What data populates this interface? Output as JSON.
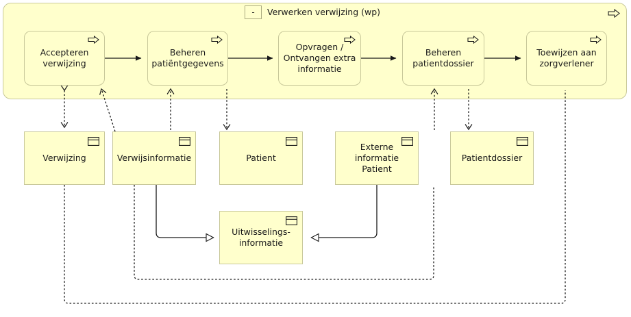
{
  "diagram": {
    "title": "Verwerken verwijzing (wp)",
    "toggle_label": "-",
    "colors": {
      "fill": "#ffffcc",
      "border": "#c8c89a",
      "line": "#1a1a1a",
      "background": "#ffffff"
    },
    "icons": {
      "group": "process-arrow-icon",
      "process": "process-arrow-icon",
      "data": "data-object-icon",
      "toggle": "collapse-minus-icon"
    }
  },
  "processes": [
    {
      "id": "accepteren-verwijzing",
      "label": "Accepteren\nverwijzing",
      "line1": "Accepteren",
      "line2": "verwijzing",
      "line3": ""
    },
    {
      "id": "beheren-patientgegevens",
      "label": "Beheren\npatiëntgegevens",
      "line1": "Beheren",
      "line2": "patiëntgegevens",
      "line3": ""
    },
    {
      "id": "opvragen-ontvangen",
      "label": "Opvragen /\nOntvangen extra\ninformatie",
      "line1": "Opvragen /",
      "line2": "Ontvangen extra",
      "line3": "informatie"
    },
    {
      "id": "beheren-patientdossier",
      "label": "Beheren\npatientdossier",
      "line1": "Beheren",
      "line2": "patientdossier",
      "line3": ""
    },
    {
      "id": "toewijzen-zorgverlener",
      "label": "Toewijzen aan\nzorgverlener",
      "line1": "Toewijzen aan",
      "line2": "zorgverlener",
      "line3": ""
    }
  ],
  "data_objects": [
    {
      "id": "verwijzing",
      "label": "Verwijzing",
      "line1": "Verwijzing",
      "line2": ""
    },
    {
      "id": "verwijsinformatie",
      "label": "Verwijsinformatie",
      "line1": "Verwijsinformatie",
      "line2": ""
    },
    {
      "id": "patient",
      "label": "Patient",
      "line1": "Patient",
      "line2": ""
    },
    {
      "id": "externe-info-patient",
      "label": "Externe informatie\nPatient",
      "line1": "Externe informatie",
      "line2": "Patient"
    },
    {
      "id": "patientdossier",
      "label": "Patientdossier",
      "line1": "Patientdossier",
      "line2": ""
    },
    {
      "id": "uitwisselingsinfo",
      "label": "Uitwisselings-\ninformatie",
      "line1": "Uitwisselings-",
      "line2": "informatie"
    }
  ],
  "connections": [
    {
      "id": "flow-1",
      "from": "accepteren-verwijzing",
      "to": "beheren-patientgegevens",
      "style": "solid-filled-arrow"
    },
    {
      "id": "flow-2",
      "from": "beheren-patientgegevens",
      "to": "opvragen-ontvangen",
      "style": "solid-filled-arrow"
    },
    {
      "id": "flow-3",
      "from": "opvragen-ontvangen",
      "to": "beheren-patientdossier",
      "style": "solid-filled-arrow"
    },
    {
      "id": "flow-4",
      "from": "beheren-patientdossier",
      "to": "toewijzen-zorgverlener",
      "style": "solid-filled-arrow"
    },
    {
      "id": "acc-1",
      "from": "accepteren-verwijzing",
      "to": "verwijzing",
      "style": "dashed-open-arrow-both"
    },
    {
      "id": "acc-2",
      "from": "verwijsinformatie",
      "to": "accepteren-verwijzing",
      "style": "dashed-open-arrow"
    },
    {
      "id": "acc-3",
      "from": "verwijsinformatie",
      "to": "beheren-patientgegevens",
      "style": "dashed-open-arrow"
    },
    {
      "id": "acc-4",
      "from": "opvragen-ontvangen",
      "to": "patient",
      "style": "dashed-open-arrow"
    },
    {
      "id": "acc-5",
      "from": "externe-info-patient",
      "to": "beheren-patientdossier",
      "style": "dashed-open-arrow"
    },
    {
      "id": "acc-6",
      "from": "beheren-patientdossier",
      "to": "patientdossier",
      "style": "dashed-open-arrow"
    },
    {
      "id": "real-1",
      "from": "verwijsinformatie",
      "to": "uitwisselingsinfo",
      "style": "solid-hollow-triangle"
    },
    {
      "id": "real-2",
      "from": "externe-info-patient",
      "to": "uitwisselingsinfo",
      "style": "solid-hollow-triangle"
    },
    {
      "id": "acc-7",
      "from": "externe-info-patient",
      "to": "verwijsinformatie",
      "style": "dashed-line"
    },
    {
      "id": "acc-8",
      "from": "toewijzen-zorgverlener",
      "to": "verwijzing",
      "style": "dashed-line"
    }
  ]
}
